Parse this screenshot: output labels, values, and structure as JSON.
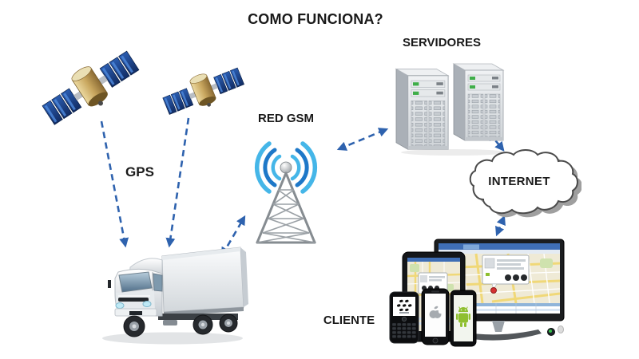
{
  "title": "COMO FUNCIONA?",
  "labels": {
    "gps": "GPS",
    "red_gsm": "RED GSM",
    "servidores": "SERVIDORES",
    "internet": "INTERNET",
    "cliente": "CLIENTE"
  },
  "nodes": [
    {
      "id": "satellites",
      "label": "GPS",
      "icon": "satellite-icon",
      "count": 2
    },
    {
      "id": "truck",
      "label": "",
      "icon": "truck-icon"
    },
    {
      "id": "gsm-network",
      "label": "RED GSM",
      "icon": "gsm-tower-icon"
    },
    {
      "id": "servers",
      "label": "SERVIDORES",
      "icon": "server-rack-icon",
      "count": 2
    },
    {
      "id": "internet",
      "label": "INTERNET",
      "icon": "internet-cloud-icon"
    },
    {
      "id": "client",
      "label": "CLIENTE",
      "icon": "client-devices-icon",
      "devices": [
        "desktop-monitor-with-map",
        "tablet-with-map",
        "blackberry-phone",
        "iphone",
        "android-phone"
      ]
    }
  ],
  "connections": [
    {
      "from": "satellite-left",
      "to": "truck",
      "style": "dashed",
      "direction": "one-way"
    },
    {
      "from": "satellite-right",
      "to": "truck",
      "style": "dashed",
      "direction": "one-way"
    },
    {
      "from": "truck",
      "to": "gsm-network",
      "style": "dashed",
      "direction": "two-way"
    },
    {
      "from": "gsm-network",
      "to": "servers",
      "style": "dashed",
      "direction": "two-way"
    },
    {
      "from": "servers",
      "to": "internet",
      "style": "dashed",
      "direction": "two-way"
    },
    {
      "from": "internet",
      "to": "client",
      "style": "dashed",
      "direction": "two-way"
    }
  ],
  "icons": [
    {
      "name": "satellite-icon",
      "shape": "gold cylinder body with blue solar panels"
    },
    {
      "name": "truck-icon",
      "shape": "white box delivery truck facing left"
    },
    {
      "name": "gsm-tower-icon",
      "shape": "gray lattice antenna tower with blue signal waves"
    },
    {
      "name": "server-rack-icon",
      "shape": "two gray tower servers with green LEDs"
    },
    {
      "name": "internet-cloud-icon",
      "shape": "white outlined cloud with drop shadow"
    },
    {
      "name": "client-devices-icon",
      "shape": "monitor, tablet and three smartphones showing maps"
    }
  ],
  "colors": {
    "background": "#ffffff",
    "text": "#1a1a1a",
    "arrow": "#2e62ae",
    "signal_wave_light": "#45b6e8",
    "signal_wave_dark": "#1e78c8",
    "map_header_blue": "#3f6eb5",
    "map_background": "#efead6",
    "map_park_green": "#cfe2ae",
    "map_pin_red": "#d63031",
    "android_green": "#8fbf2f",
    "server_led_green": "#3fae49",
    "satellite_panel_blue": "#1d4e9e",
    "satellite_body_gold": "#c9a75f"
  }
}
